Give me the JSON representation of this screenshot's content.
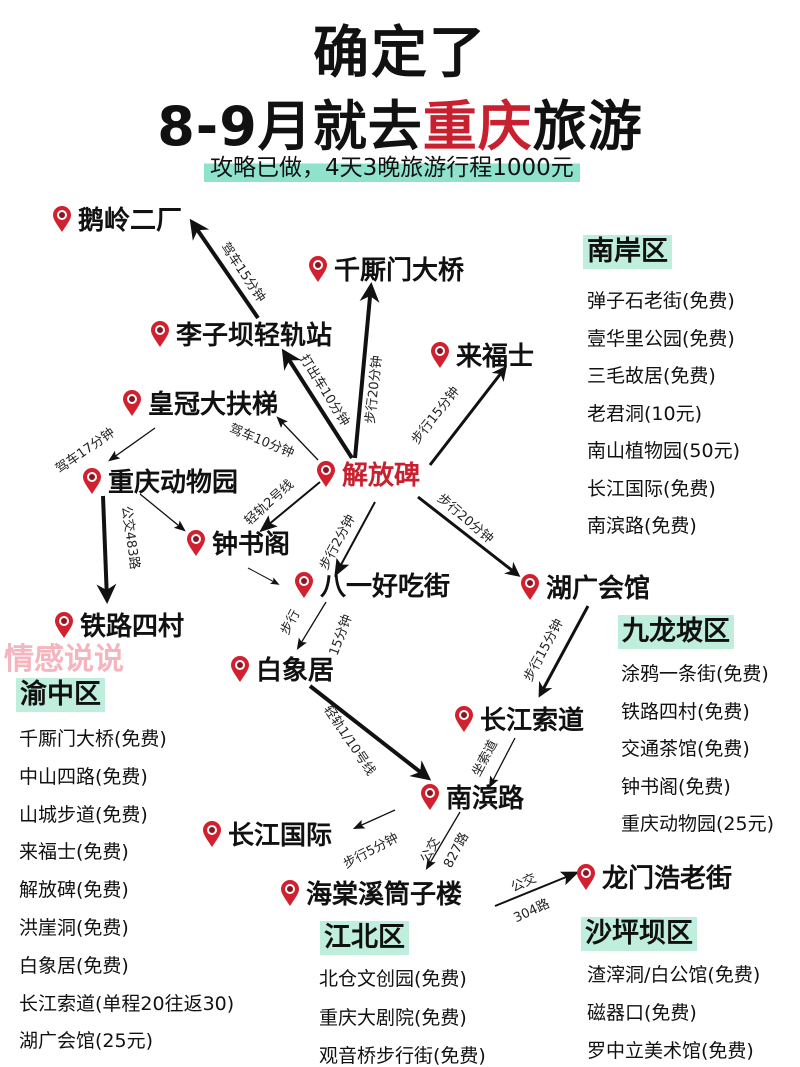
{
  "title": {
    "line1": "确定了",
    "line2_pre": "8-9月就去",
    "line2_red": "重庆",
    "line2_post": "旅游",
    "subtitle": "攻略已做，4天3晚旅游行程1000元"
  },
  "colors": {
    "accent_red": "#c8202f",
    "highlight": "#8fe3cc",
    "district_bg": "#bfeedd"
  },
  "watermark": "情感说说",
  "nodes": {
    "eling": "鹅岭二厂",
    "qiansimen": "千厮门大桥",
    "liziba": "李子坝轻轨站",
    "laifushi": "来福士",
    "huangguan": "皇冠大扶梯",
    "jiefangbei": "解放碑",
    "zoo": "重庆动物园",
    "zhongshuge": "钟书阁",
    "bayi": "八一好吃街",
    "huguang": "湖广会馆",
    "tielu": "铁路四村",
    "baixiangju": "白象居",
    "suodao": "长江索道",
    "nanbin": "南滨路",
    "cjguoji": "长江国际",
    "longmen": "龙门浩老街",
    "haitang": "海棠溪筒子楼"
  },
  "edges": {
    "e1": "驾车15分钟",
    "e2": "打出车10分钟",
    "e3": "步行20分钟",
    "e4": "步行15分钟",
    "e5": "驾车10分钟",
    "e6": "驾车17分钟",
    "e7": "轻轨2号线",
    "e8": "步行2分钟",
    "e9": "步行20分钟",
    "e10": "公交483路",
    "e11": "步行",
    "e12": "15分钟",
    "e13": "轻轨1/10号线",
    "e14": "步行15分钟",
    "e15": "坐索道",
    "e16": "步行5分钟",
    "e17": "公交",
    "e18": "827路",
    "e19": "公交",
    "e20": "304路"
  },
  "districts": {
    "nanan": {
      "name": "南岸区",
      "items": [
        "弹子石老街(免费)",
        "壹华里公园(免费)",
        "三毛故居(免费)",
        "老君洞(10元)",
        "南山植物园(50元)",
        "长江国际(免费)",
        "南滨路(免费)"
      ]
    },
    "jiulongpo": {
      "name": "九龙坡区",
      "items": [
        "涂鸦一条街(免费)",
        "铁路四村(免费)",
        "交通茶馆(免费)",
        "钟书阁(免费)",
        "重庆动物园(25元)"
      ]
    },
    "yuzhong": {
      "name": "渝中区",
      "items": [
        "千厮门大桥(免费)",
        "中山四路(免费)",
        "山城步道(免费)",
        "来福士(免费)",
        "解放碑(免费)",
        "洪崖洞(免费)",
        "白象居(免费)",
        "长江索道(单程20往返30)",
        "湖广会馆(25元)"
      ]
    },
    "jiangbei": {
      "name": "江北区",
      "items": [
        "北仓文创园(免费)",
        "重庆大剧院(免费)",
        "观音桥步行街(免费)"
      ]
    },
    "shapingba": {
      "name": "沙坪坝区",
      "items": [
        "渣滓洞/白公馆(免费)",
        "磁器口(免费)",
        "罗中立美术馆(免费)"
      ]
    }
  }
}
